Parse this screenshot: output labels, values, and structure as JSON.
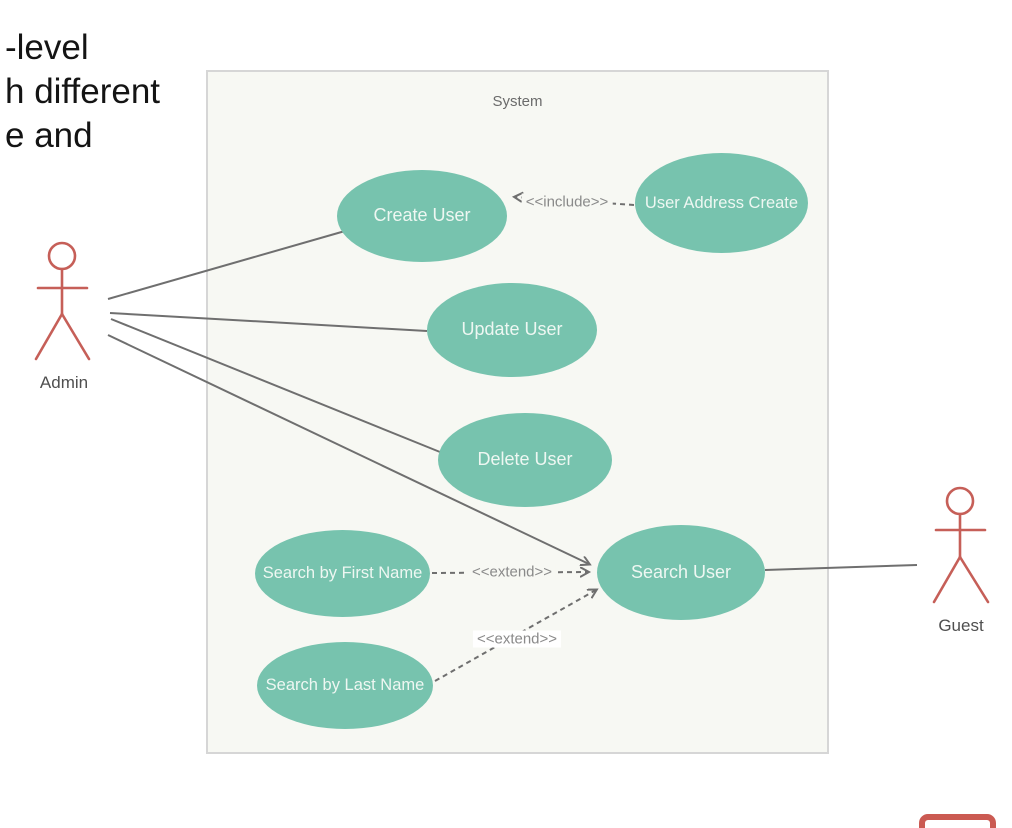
{
  "slide_text": {
    "line1": "-level",
    "line2": "h different",
    "line3": "e and"
  },
  "diagram": {
    "system_label": "System",
    "colors": {
      "usecase_fill": "#77c3ae",
      "usecase_text": "#eef7f2",
      "system_fill": "#f7f8f3",
      "system_border": "#d6d6d6",
      "actor_stroke": "#c65f58",
      "connector": "#6f6f6f",
      "label_text": "#8a8a8a",
      "red_accent": "#cb5a52"
    },
    "use_cases": [
      {
        "id": "create-user",
        "label": "Create User"
      },
      {
        "id": "user-address-create",
        "label": "User Address Create"
      },
      {
        "id": "update-user",
        "label": "Update User"
      },
      {
        "id": "delete-user",
        "label": "Delete User"
      },
      {
        "id": "search-user",
        "label": "Search User"
      },
      {
        "id": "search-by-first-name",
        "label": "Search by First Name"
      },
      {
        "id": "search-by-last-name",
        "label": "Search by Last Name"
      }
    ],
    "actors": [
      {
        "id": "admin",
        "label": "Admin"
      },
      {
        "id": "guest",
        "label": "Guest"
      }
    ],
    "relationship_labels": {
      "include": "<<include>>",
      "extend_first": "<<extend>>",
      "extend_second": "<<extend>>"
    }
  }
}
